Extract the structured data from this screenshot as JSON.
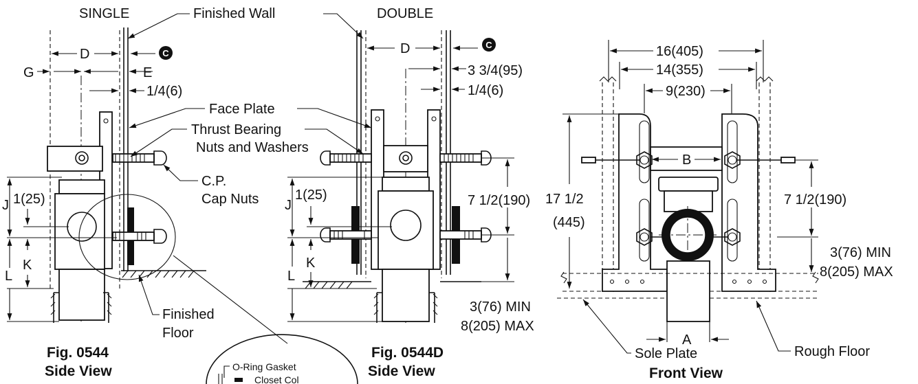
{
  "views": {
    "single": {
      "title": "SINGLE",
      "fig": "Fig. 0544",
      "view": "Side View"
    },
    "double": {
      "title": "DOUBLE",
      "fig": "Fig. 0544D",
      "view": "Side View"
    },
    "front": {
      "view": "Front View"
    }
  },
  "callouts": {
    "finished_wall": "Finished Wall",
    "face_plate": "Face Plate",
    "thrust_bearing_1": "Thrust Bearing",
    "thrust_bearing_2": "Nuts and Washers",
    "cp_cap_1": "C.P.",
    "cp_cap_2": "Cap Nuts",
    "finished_floor_1": "Finished",
    "finished_floor_2": "Floor",
    "o_ring": "O-Ring Gasket",
    "closet_cut": "Closet Col",
    "sole_plate": "Sole Plate",
    "rough_floor": "Rough Floor",
    "c_marker": "C"
  },
  "dimensions": {
    "d": "D",
    "e": "E",
    "g": "G",
    "j": "J",
    "k": "K",
    "l": "L",
    "a": "A",
    "b": "B",
    "quarter": "1/4(6)",
    "one": "1(25)",
    "three_three_quarter": "3 3/4(95)",
    "seven_half": "7 1/2(190)",
    "seventeen_half_1": "17 1/2",
    "seventeen_half_2": "(445)",
    "sixteen": "16(405)",
    "fourteen": "14(355)",
    "nine": "9(230)",
    "min": "3(76) MIN",
    "max": "8(205) MAX"
  }
}
